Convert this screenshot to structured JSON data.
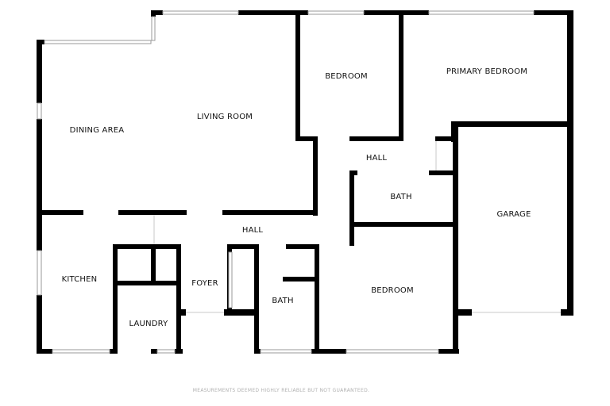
{
  "rooms": {
    "dining_area": "DINING AREA",
    "living_room": "LIVING ROOM",
    "bedroom_1": "BEDROOM",
    "primary_bedroom": "PRIMARY BEDROOM",
    "hall_upper": "HALL",
    "bath_1": "BATH",
    "garage": "GARAGE",
    "hall_lower": "HALL",
    "kitchen": "KITCHEN",
    "foyer": "FOYER",
    "bath_2": "BATH",
    "bedroom_2": "BEDROOM",
    "laundry": "LAUNDRY"
  },
  "footer": {
    "disclaimer": "MEASUREMENTS DEEMED HIGHLY RELIABLE BUT NOT GUARANTEED."
  },
  "colors": {
    "wall": "#000000",
    "window": "#9a9a9a",
    "background": "#ffffff"
  }
}
